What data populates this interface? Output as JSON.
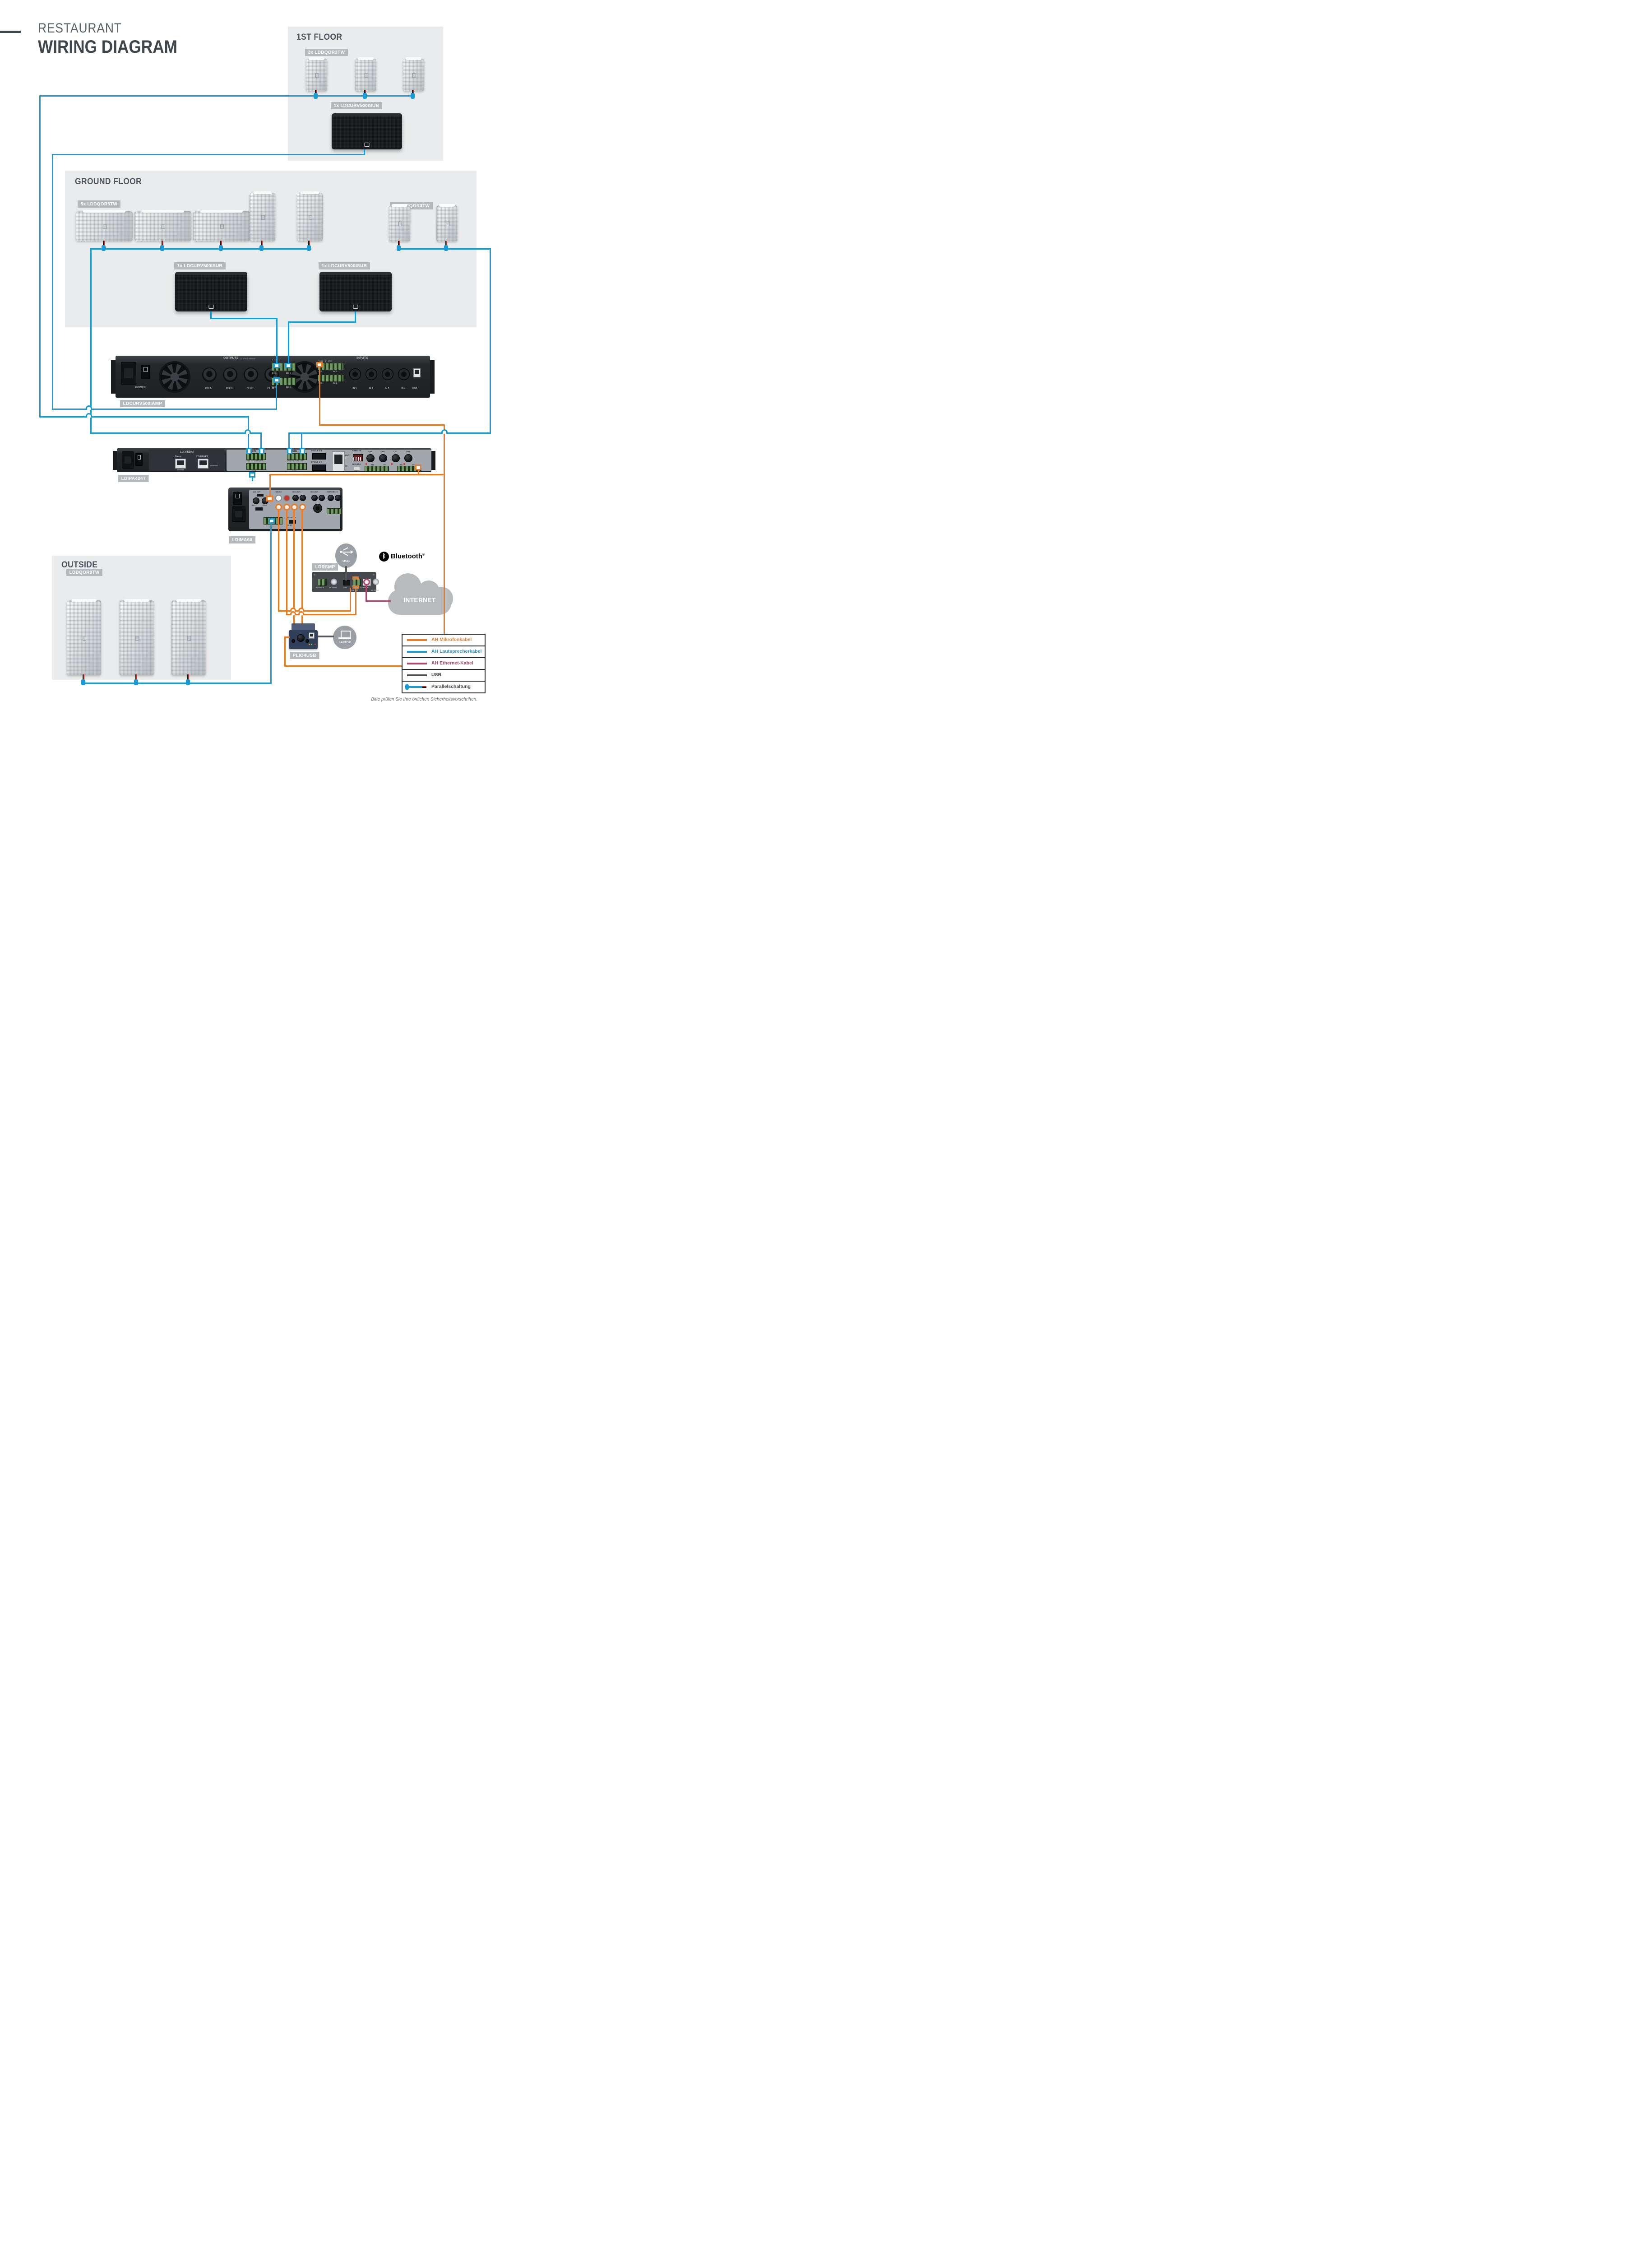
{
  "page": {
    "eyebrow": "RESTAURANT",
    "title": "WIRING DIAGRAM",
    "footer": "Bitte prüfen Sie Ihre örtlichen Sicherheitsvorschriften."
  },
  "sections": {
    "first_floor": {
      "label": "1ST FLOOR",
      "speakers_badge": "3x LDDQOR3TW",
      "sub_badge": "1x LDCURV500ISUB"
    },
    "ground_floor": {
      "label": "GROUND FLOOR",
      "left_badge": "5x LDDQOR5TW",
      "right_badge": "2x LDDQOR3TW",
      "sub1_badge": "1x LDCURV500ISUB",
      "sub2_badge": "1x LDCURV500ISUB"
    },
    "outside": {
      "label": "OUTSIDE",
      "badge": "LDDQOR8TW"
    }
  },
  "devices": {
    "amp": {
      "badge": "LDCURV500IAMP",
      "power": "POWER",
      "outputs": "OUTPUTS",
      "class2": "CLASS 2 WIRING",
      "inputs": "INPUTS",
      "channels": [
        "CH A",
        "CH B",
        "CH C",
        "CH D"
      ],
      "out_polarity": "+ − | + −",
      "in_polarity": "+ GND − | + GND −",
      "in_pairs_top": [
        "IN 1",
        "IN 2"
      ],
      "in_pairs_bottom": [
        "IN 3",
        "IN 4"
      ],
      "xlr": [
        "IN 1",
        "IN 2",
        "IN 3",
        "IN 4"
      ],
      "usb": "USB"
    },
    "ipa": {
      "badge": "LDIPA424T",
      "model": "LD X-EDAI",
      "dante": "Dante",
      "ethernet": "ETHERNET",
      "status": "STATUS",
      "ip_reset": "IP RESET",
      "ch_top": [
        "CH3",
        "CH1"
      ],
      "ch_bottom": [
        "CH4",
        "CH2"
      ],
      "taps": "100V 70V 4OHM COM",
      "fault34": "FAULT 3-4",
      "fault12": "FAULT 1-2",
      "remote": "REMOTE",
      "remote_out": "OUT",
      "remote_in": "IN",
      "service": "SERVICE",
      "knobs": [
        "CH4",
        "CH3",
        "CH2",
        "CH1"
      ],
      "inputs": [
        "IN4",
        "IN3",
        "IN2",
        "IN1"
      ]
    },
    "ima": {
      "badge": "LDIMA60",
      "sections": [
        "AUX OUT",
        "MUSIC",
        "MIC/LINE 2",
        "MIC/LINE 1",
        "EMERGENCY"
      ],
      "bass": "BASS",
      "treble": "TREBLE",
      "gain": "GAIN",
      "chime": "CHIME",
      "vox": "VOX",
      "standby": "STANDBY",
      "onoff": "ON  OFF",
      "taps": "+ 4Ω −   G   70V   100V"
    },
    "rsmp": {
      "badge": "LDRSMP",
      "power_in": "POWER IN",
      "antenna_fm": "ANTENNA",
      "usb": "USB",
      "line_out": "LINE OUT",
      "ethernet": "ETHERNET",
      "antenna_wifi": "ANTENNA"
    },
    "plio": {
      "badge": "PLIO4USB",
      "level": "LEVEL",
      "usb": "USB",
      "power": "POWER"
    }
  },
  "icons": {
    "usb_circle": "USB",
    "laptop_circle": "LAPTOP",
    "bluetooth": "Bluetooth",
    "bluetooth_rune": "ᛒ",
    "registered": "®",
    "internet": "INTERNET"
  },
  "legend": {
    "items": [
      {
        "label": "AH Mikrofonkabel",
        "color": "#ee7b22"
      },
      {
        "label": "AH Lautsprecherkabel",
        "color": "#189cd8"
      },
      {
        "label": "AH Ethernet-Kabel",
        "color": "#b2436b"
      },
      {
        "label": "USB",
        "color": "#4a4f54"
      },
      {
        "label": "Parallelschaltung",
        "color": "#189cd8"
      }
    ]
  }
}
